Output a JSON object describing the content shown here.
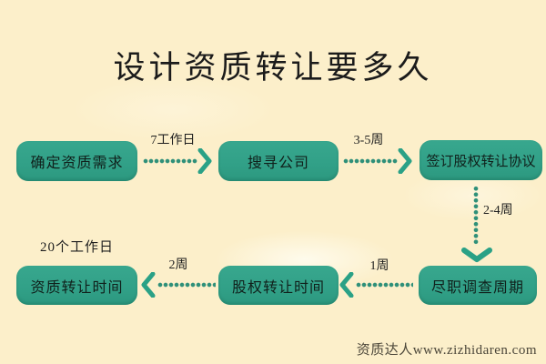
{
  "title": "设计资质转让要多久",
  "watermark": "资质达人www.zizhidaren.com",
  "colors": {
    "background": "#fcefca",
    "node_fill": "#31a087",
    "node_text": "#10201b",
    "dot": "#2f9079",
    "chevron": "#2aa186",
    "text": "#1b1b1b",
    "watermark_text": "#4b4639"
  },
  "diagram": {
    "type": "flowchart",
    "nodes": [
      {
        "id": "n1",
        "label": "确定资质需求"
      },
      {
        "id": "n2",
        "label": "搜寻公司"
      },
      {
        "id": "n3",
        "label": "签订股权转让协议"
      },
      {
        "id": "n4",
        "label": "资质转让时间"
      },
      {
        "id": "n5",
        "label": "股权转让时间"
      },
      {
        "id": "n6",
        "label": "尽职调查周期"
      }
    ],
    "edges": [
      {
        "from": "确定资质需求",
        "to": "搜寻公司",
        "label": "7工作日",
        "direction": "right"
      },
      {
        "from": "搜寻公司",
        "to": "签订股权转让协议",
        "label": "3-5周",
        "direction": "right"
      },
      {
        "from": "签订股权转让协议",
        "to": "尽职调查周期",
        "label": "2-4周",
        "direction": "down"
      },
      {
        "from": "尽职调查周期",
        "to": "股权转让时间",
        "label": "1周",
        "direction": "left"
      },
      {
        "from": "股权转让时间",
        "to": "资质转让时间",
        "label": "2周",
        "direction": "left"
      }
    ],
    "annotation": "20个工作日"
  }
}
